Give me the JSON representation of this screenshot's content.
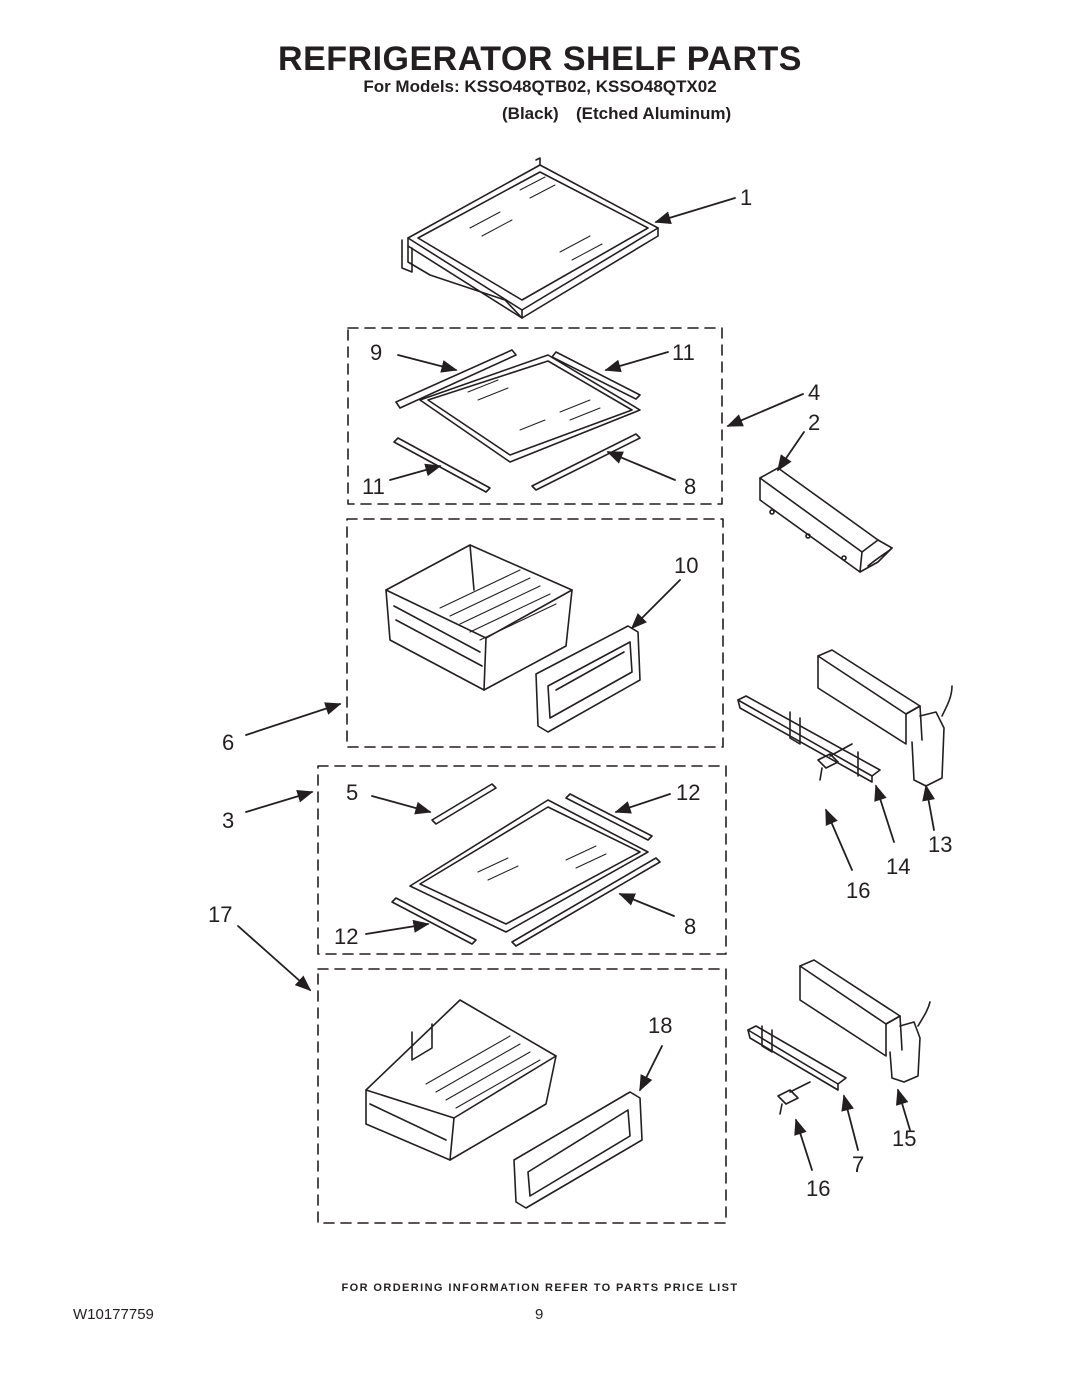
{
  "header": {
    "title": "REFRIGERATOR SHELF PARTS",
    "models": "For Models: KSSO48QTB02, KSSO48QTX02",
    "finish_1": "(Black)",
    "finish_2": "(Etched Aluminum)"
  },
  "footer": {
    "ordering_note": "FOR ORDERING INFORMATION REFER TO PARTS PRICE LIST",
    "document_number": "W10177759",
    "page_number": "9"
  },
  "callouts": {
    "c1": "1",
    "c9": "9",
    "c11a": "11",
    "c4": "4",
    "c2": "2",
    "c11b": "11",
    "c8a": "8",
    "c10": "10",
    "c6": "6",
    "c5": "5",
    "c12a": "12",
    "c3": "3",
    "c13": "13",
    "c14": "14",
    "c16a": "16",
    "c17": "17",
    "c8b": "8",
    "c12b": "12",
    "c18": "18",
    "c15": "15",
    "c7": "7",
    "c16b": "16"
  },
  "colors": {
    "ink": "#231f20",
    "paper": "#ffffff"
  }
}
